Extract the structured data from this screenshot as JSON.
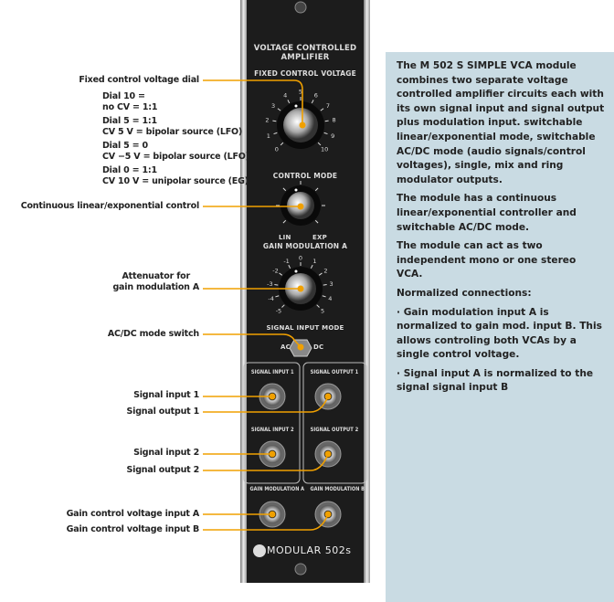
{
  "labels": {
    "fixed_dial": "Fixed control voltage dial",
    "dial_notes": [
      [
        "Dial 10 =",
        "no CV = 1:1"
      ],
      [
        "Dial 5 = 1:1",
        "CV 5 V = bipolar source (LFO)"
      ],
      [
        "Dial 5 = 0",
        "CV −5 V = bipolar source (LFO)"
      ],
      [
        "Dial 0 = 1:1",
        "CV 10 V = unipolar source (EG)"
      ]
    ],
    "continuous": "Continuous linear/exponential control",
    "attenuator": [
      "Attenuator for",
      "gain modulation A"
    ],
    "acdc": "AC/DC mode switch",
    "sig_in_1": "Signal input 1",
    "sig_out_1": "Signal output 1",
    "sig_in_2": "Signal input 2",
    "sig_out_2": "Signal output 2",
    "gain_a": "Gain control voltage input A",
    "gain_b": "Gain control voltage input B"
  },
  "panel": {
    "title": [
      "VOLTAGE CONTROLLED",
      "AMPLIFIER"
    ],
    "fixed_cv": "FIXED CONTROL VOLTAGE",
    "fixed_scale": [
      "0",
      "1",
      "2",
      "3",
      "4",
      "5",
      "6",
      "7",
      "8",
      "9",
      "10"
    ],
    "control_mode": "CONTROL MODE",
    "lin": "LIN",
    "exp": "EXP",
    "gain_mod_a": "GAIN MODULATION A",
    "gain_scale": [
      "-5",
      "-4",
      "-3",
      "-2",
      "-1",
      "0",
      "1",
      "2",
      "3",
      "4",
      "5"
    ],
    "signal_input_mode": "SIGNAL INPUT MODE",
    "ac": "AC",
    "dc": "DC",
    "signal_input_1": "SIGNAL INPUT 1",
    "signal_output_1": "SIGNAL OUTPUT 1",
    "signal_input_2": "SIGNAL INPUT 2",
    "signal_output_2": "SIGNAL OUTPUT 2",
    "gain_modulation_a": "GAIN MODULATION A",
    "gain_modulation_b": "GAIN MODULATION B",
    "brand": "MODULAR 502s"
  },
  "info": {
    "p1_pre": "The ",
    "p1_bold": "M 502 S SIMPLE VCA",
    "p1_post": " module combines two separate voltage controlled amplifier circuits each with its own signal input and signal output plus modulation input. switchable linear/exponential mode, switchable AC/DC mode (audio signals/control voltages), single, mix and ring modulator outputs.",
    "p2": "The module has a continuous linear/exponential controller and switchable AC/DC mode.",
    "p3": "The module can act as two independent mono or one stereo VCA.",
    "p4": "Normalized connections:",
    "p5": "·  Gain modulation input A is normalized to gain mod. input B. This allows controling both VCAs by a single control voltage.",
    "p6": "·  Signal input A is normalized to the signal signal input B"
  },
  "colors": {
    "accent": "#f0a000",
    "panel": "#1c1c1c",
    "info_bg": "#c9dbe3"
  }
}
